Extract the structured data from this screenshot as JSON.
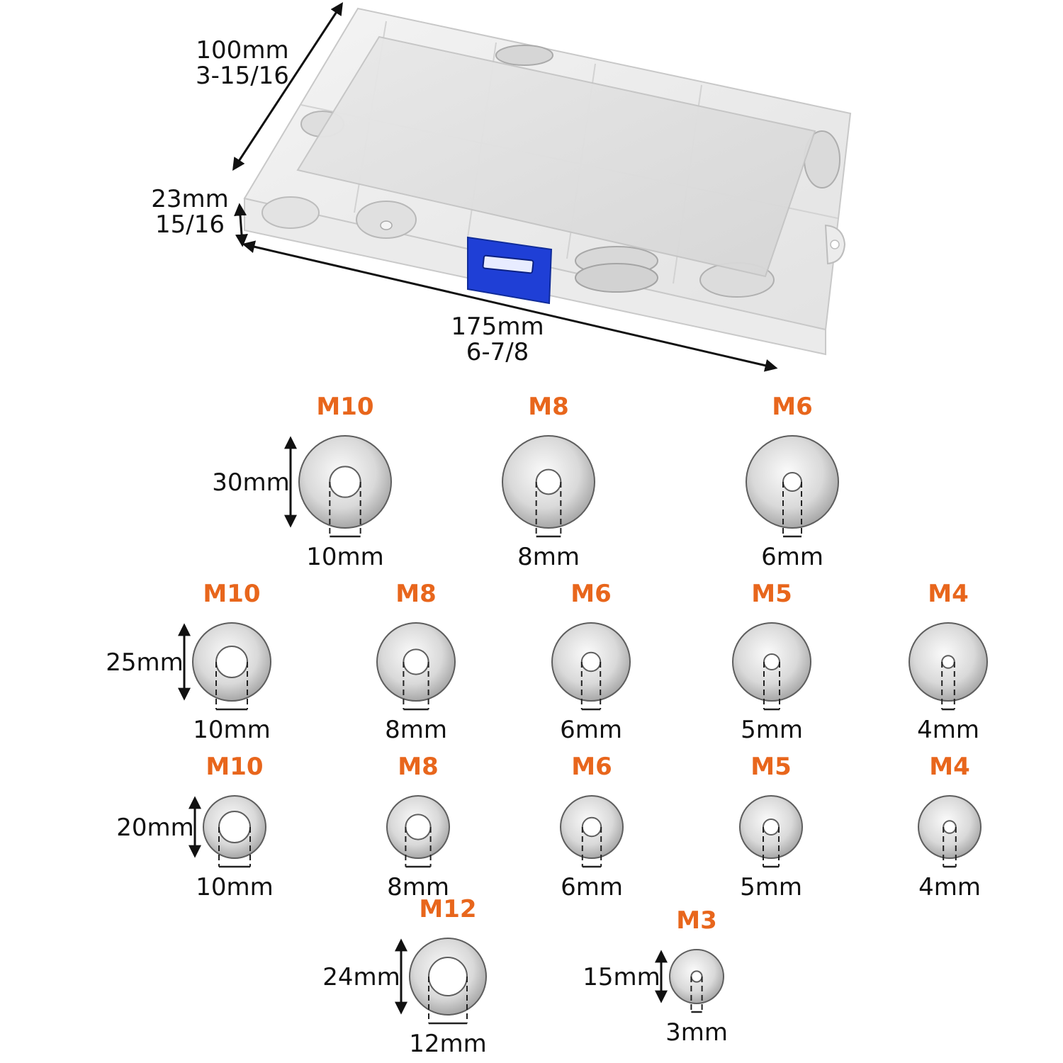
{
  "colors": {
    "accent": "#e8661c",
    "latch": "#1f3fd6",
    "text": "#111111"
  },
  "box": {
    "depth_mm": "100mm",
    "depth_in": "3-15/16",
    "height_mm": "23mm",
    "height_in": "15/16",
    "length_mm": "175mm",
    "length_in": "6-7/8"
  },
  "rows": [
    {
      "outer": "30mm",
      "washers": [
        {
          "size": "M10",
          "hole": "10mm"
        },
        {
          "size": "M8",
          "hole": "8mm"
        },
        {
          "size": "M6",
          "hole": "6mm"
        }
      ]
    },
    {
      "outer": "25mm",
      "washers": [
        {
          "size": "M10",
          "hole": "10mm"
        },
        {
          "size": "M8",
          "hole": "8mm"
        },
        {
          "size": "M6",
          "hole": "6mm"
        },
        {
          "size": "M5",
          "hole": "5mm"
        },
        {
          "size": "M4",
          "hole": "4mm"
        }
      ]
    },
    {
      "outer": "20mm",
      "washers": [
        {
          "size": "M10",
          "hole": "10mm"
        },
        {
          "size": "M8",
          "hole": "8mm"
        },
        {
          "size": "M6",
          "hole": "6mm"
        },
        {
          "size": "M5",
          "hole": "5mm"
        },
        {
          "size": "M4",
          "hole": "4mm"
        }
      ]
    }
  ],
  "extras": [
    {
      "size": "M12",
      "outer": "24mm",
      "hole": "12mm"
    },
    {
      "size": "M3",
      "outer": "15mm",
      "hole": "3mm"
    }
  ]
}
